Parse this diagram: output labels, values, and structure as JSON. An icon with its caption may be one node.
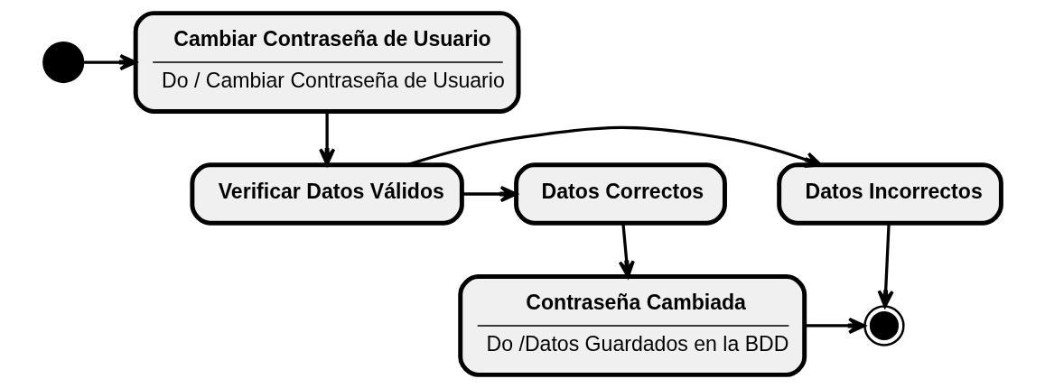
{
  "diagram": {
    "nodes": [
      {
        "text": [],
        "shape": "circle"
      },
      {
        "text": [
          "Cambiar Contraseña de Usuario",
          "Do / Cambiar Contraseña de Usuario"
        ]
      },
      {
        "text": [
          "Datos Correctos"
        ]
      },
      {
        "text": [
          "Verificar Datos Válidos"
        ]
      },
      {
        "text": [
          "Datos Incorrectos"
        ]
      },
      {
        "text": [
          "Contraseña Cambiada",
          "Do /Datos Guardados en la BDD"
        ]
      },
      {
        "text": [],
        "shape": "bullseye"
      }
    ],
    "edges": [
      {
        "from": 0,
        "to": 1,
        "arrow": "to"
      },
      {
        "from": 1,
        "to": 3,
        "arrow": "to"
      },
      {
        "from": 3,
        "to": 2,
        "arrow": "to"
      },
      {
        "from": 3,
        "to": 4,
        "arrow": "to"
      },
      {
        "from": 2,
        "to": 5,
        "arrow": "to"
      },
      {
        "from": 4,
        "to": 6,
        "arrow": "to"
      },
      {
        "from": 5,
        "to": 6,
        "arrow": "to"
      }
    ]
  }
}
